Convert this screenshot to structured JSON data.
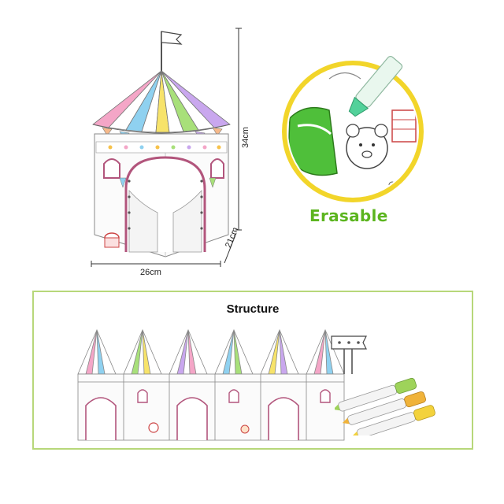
{
  "dimensions": {
    "width_label": "26cm",
    "depth_label": "21cm",
    "height_label": "34cm"
  },
  "callout": {
    "label": "Erasable",
    "label_color": "#5cb51f",
    "ring_color": "#f2d52a"
  },
  "structure": {
    "title": "Structure",
    "border_color": "#b7d77a",
    "panel_count": 6,
    "marker_count": 3,
    "marker_cap_colors": [
      "#9ed35a",
      "#f0b33a",
      "#f3d23c"
    ]
  },
  "stripe_colors": [
    "#f4a6c7",
    "#8fd1f0",
    "#a8e07a",
    "#f7e36a",
    "#c9a7ee",
    "#f6b98a"
  ]
}
